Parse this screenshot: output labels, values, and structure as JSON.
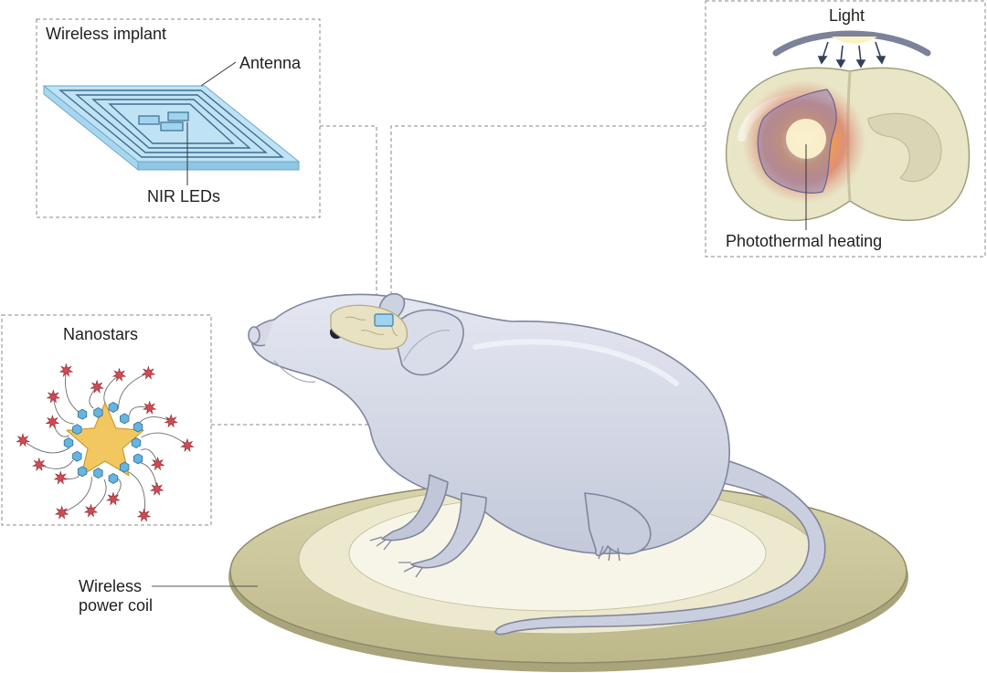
{
  "labels": {
    "wireless_implant_title": "Wireless implant",
    "antenna": "Antenna",
    "nir_leds": "NIR LEDs",
    "light": "Light",
    "photothermal_heating": "Photothermal heating",
    "nanostars_title": "Nanostars",
    "wireless_power_coil_line1": "Wireless",
    "wireless_power_coil_line2": "power coil"
  },
  "colors": {
    "mouse_body": "#d3d8e6",
    "mouse_outline": "#7f869c",
    "coil_outer": "#cfcba0",
    "coil_inner": "#f3f0dd",
    "implant_blue": "#9fd3ef",
    "nanostar_core": "#f3c760",
    "nanostar_red": "#d24a52",
    "nanostar_hex": "#66b4e0",
    "heat_glow": "#f08a3a"
  }
}
